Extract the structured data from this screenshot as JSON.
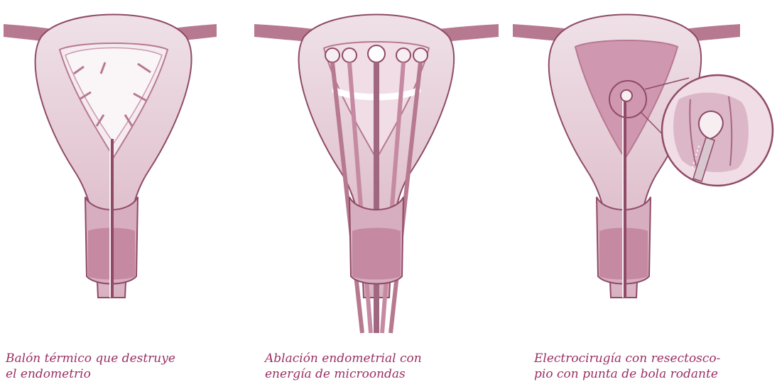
{
  "panels": [
    {
      "caption_line1": "Balón térmico que destruye",
      "caption_line2": "el endometrio"
    },
    {
      "caption_line1": "Ablación endometrial con",
      "caption_line2": "energía de microondas"
    },
    {
      "caption_line1": "Electrocirugía con resectosco-",
      "caption_line2": "pio con punta de bola rodante"
    }
  ],
  "colors": {
    "tissue_light": "#ead7df",
    "tissue_mid": "#d7aebf",
    "tissue_dark": "#b7798f",
    "outline": "#8f4a66",
    "accent": "#9b2f63",
    "cavity": "#f1dde6"
  }
}
